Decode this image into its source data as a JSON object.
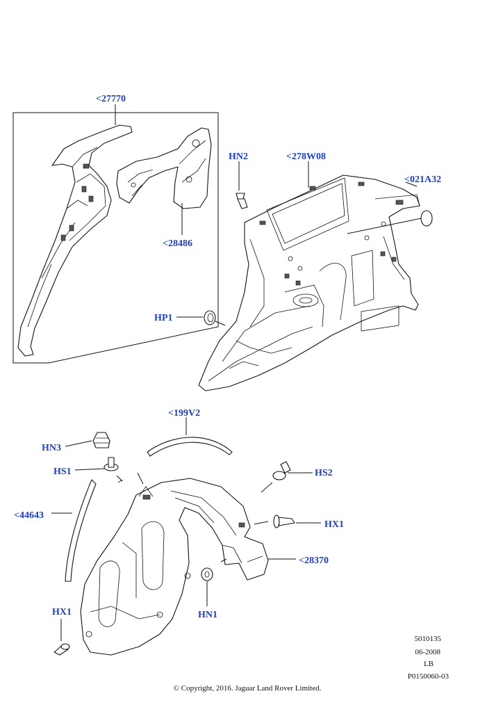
{
  "diagram": {
    "callouts": {
      "c27770": "<27770",
      "c28486": "<28486",
      "hn2": "HN2",
      "c278w08": "<278W08",
      "c021a32": "<021A32",
      "hp1": "HP1",
      "c199v2": "<199V2",
      "hn3": "HN3",
      "hs1": "HS1",
      "c44643": "<44643",
      "hs2": "HS2",
      "hx1_right": "HX1",
      "c28370": "<28370",
      "hn1": "HN1",
      "hx1_left": "HX1"
    },
    "meta": {
      "ref": "5010135",
      "date": "06-2008",
      "market": "LB",
      "illustration": "P0150060-03"
    },
    "copyright": "© Copyright, 2016. Jaguar Land Rover Limited."
  }
}
